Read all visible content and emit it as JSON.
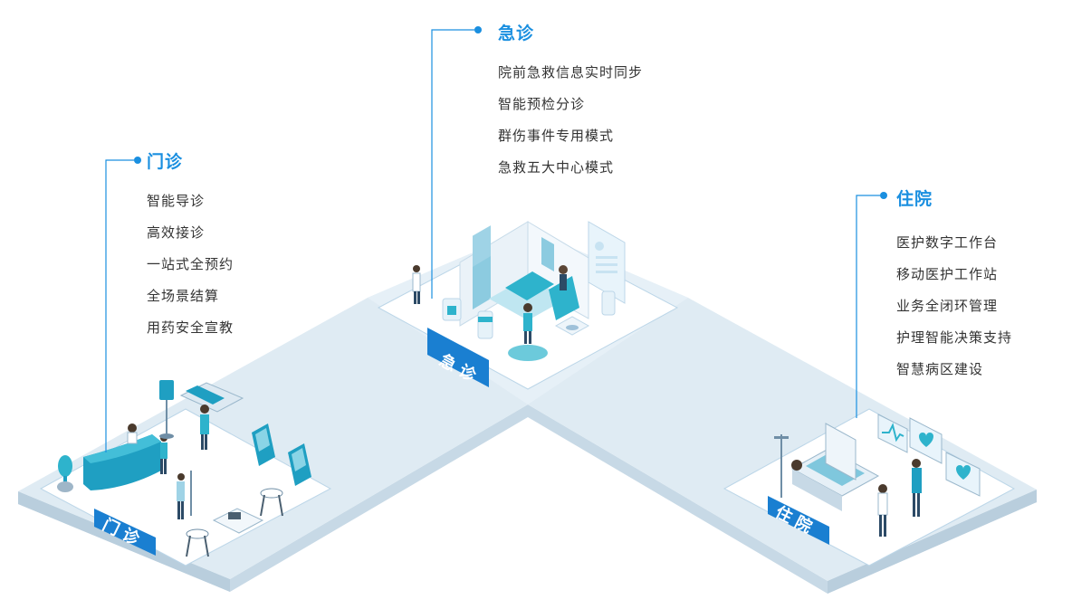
{
  "sections": {
    "emergency": {
      "title": "急诊",
      "items": [
        "院前急救信息实时同步",
        "智能预检分诊",
        "群伤事件专用模式",
        "急救五大中心模式"
      ],
      "zone_label": "急 诊"
    },
    "outpatient": {
      "title": "门诊",
      "items": [
        "智能导诊",
        "高效接诊",
        "一站式全预约",
        "全场景结算",
        "用药安全宣教"
      ],
      "zone_label": "门 诊"
    },
    "inpatient": {
      "title": "住院",
      "items": [
        "医护数字工作台",
        "移动医护工作站",
        "业务全闭环管理",
        "护理智能决策支持",
        "智慧病区建设"
      ],
      "zone_label": "住 院"
    }
  },
  "colors": {
    "accent": "#1a8fe0",
    "platform_top": "#dfebf3",
    "platform_side": "#c7d9e6",
    "label_bg": "#1a7fd1",
    "teal": "#2eb3cc",
    "text": "#333333"
  }
}
